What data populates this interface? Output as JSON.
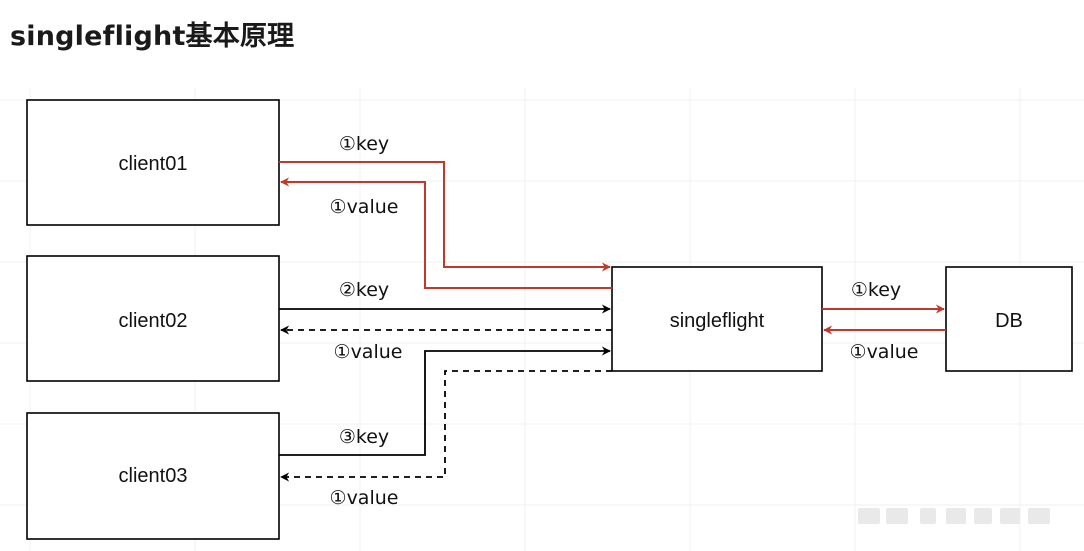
{
  "title": "singleflight基本原理",
  "colors": {
    "accent_red": "#c0392b",
    "line_black": "#000000"
  },
  "nodes": {
    "client01": "client01",
    "client02": "client02",
    "client03": "client03",
    "singleflight": "singleflight",
    "db": "DB"
  },
  "edge_labels": {
    "c1_key": "①key",
    "c1_value": "①value",
    "c2_key": "②key",
    "c2_value": "①value",
    "c3_key": "③key",
    "c3_value": "①value",
    "sf_db_key": "①key",
    "db_sf_value": "①value"
  }
}
